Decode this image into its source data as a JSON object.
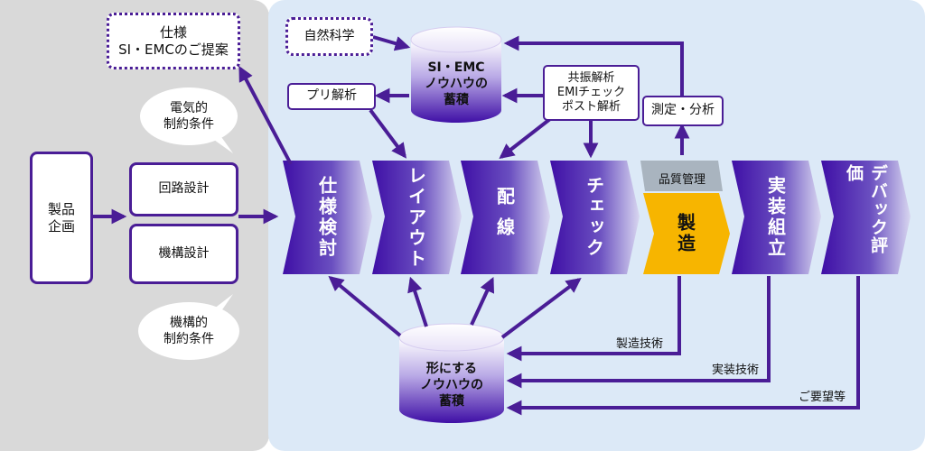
{
  "planning": {
    "line1": "製品",
    "line2": "企画"
  },
  "design": {
    "circuit": "回路設計",
    "mechanism": "機構設計"
  },
  "bubbles": {
    "electrical": {
      "line1": "電気的",
      "line2": "制約条件"
    },
    "mechanical": {
      "line1": "機構的",
      "line2": "制約条件"
    }
  },
  "proposal": {
    "line1": "仕様",
    "line2": "SI・EMCのご提案"
  },
  "science": "自然科学",
  "pre_analysis": "プリ解析",
  "analysis": {
    "line1": "共振解析",
    "line2": "EMIチェック",
    "line3": "ポスト解析"
  },
  "measurement": "測定・分析",
  "si_store": {
    "line1": "SI・EMC",
    "line2": "ノウハウの",
    "line3": "蓄積"
  },
  "form_store": {
    "line1": "形にする",
    "line2": "ノウハウの",
    "line3": "蓄積"
  },
  "steps": [
    {
      "label": "仕様検討"
    },
    {
      "label": "レイアウト"
    },
    {
      "label": "配線"
    },
    {
      "label": "チェック"
    },
    {
      "label": "製造"
    },
    {
      "label": "実装組立"
    },
    {
      "label": "デバック評価"
    }
  ],
  "quality_label": "品質管理",
  "feedback": {
    "manufacturing": "製造技術",
    "assembly": "実装技術",
    "requests": "ご要望等"
  },
  "colors": {
    "purple": "#4a1d96",
    "highlight": "#f7b500",
    "quality": "#a9b4bf",
    "left_bg": "#d9d9d9",
    "right_bg": "#dce9f7"
  }
}
